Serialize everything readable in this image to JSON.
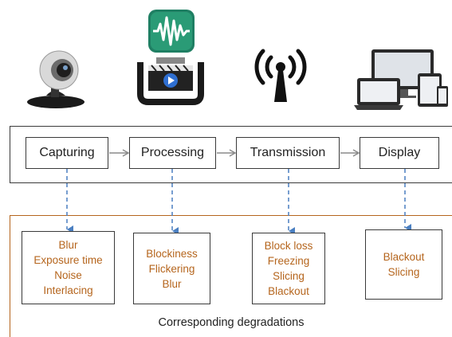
{
  "icons": [
    "webcam-icon",
    "waveform-app-icon",
    "video-clamp-icon",
    "wireless-antenna-icon",
    "devices-icon"
  ],
  "stages": [
    {
      "label": "Capturing"
    },
    {
      "label": "Processing"
    },
    {
      "label": "Transmission"
    },
    {
      "label": "Display"
    }
  ],
  "degradations": [
    {
      "lines": [
        "Blur",
        "Exposure time",
        "Noise",
        "Interlacing"
      ]
    },
    {
      "lines": [
        "Blockiness",
        "Flickering",
        "Blur"
      ]
    },
    {
      "lines": [
        "Block loss",
        "Freezing",
        "Slicing",
        "Blackout"
      ]
    },
    {
      "lines": [
        "Blackout",
        "Slicing"
      ]
    }
  ],
  "caption": "Corresponding degradations",
  "colors": {
    "accent": "#b5651d",
    "dashed_arrow": "#4a7fc1",
    "box_border": "#3a3a3a"
  }
}
